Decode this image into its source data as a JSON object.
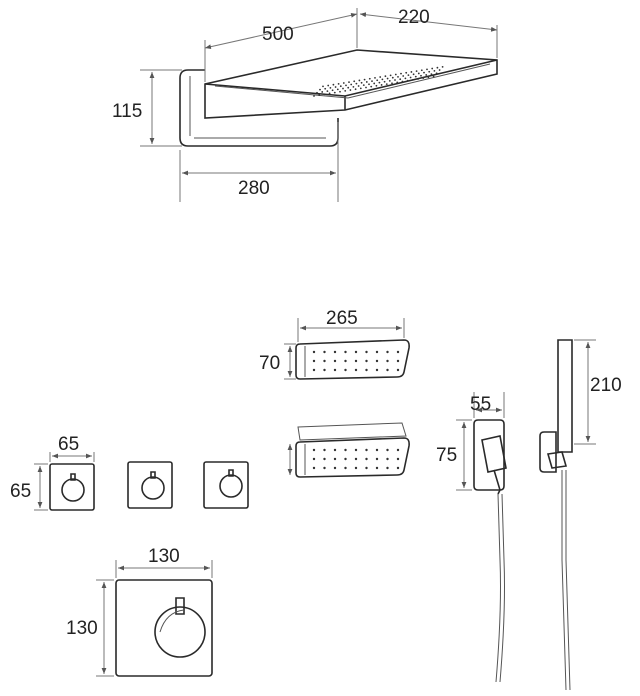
{
  "colors": {
    "line": "#2a2a2a",
    "dimension": "#777777",
    "background": "#ffffff"
  },
  "rain_shower": {
    "dims": {
      "length": "500",
      "depth": "220",
      "height": "115",
      "arm": "280"
    }
  },
  "body_jets": {
    "dims": {
      "width": "265",
      "height": "70"
    }
  },
  "wall_outlet": {
    "dims": {
      "width": "55",
      "height": "75"
    }
  },
  "hand_shower": {
    "dims": {
      "length": "210"
    }
  },
  "small_valves": {
    "dims": {
      "width": "65",
      "height": "65"
    }
  },
  "thermostat": {
    "dims": {
      "width": "130",
      "height": "130"
    }
  }
}
